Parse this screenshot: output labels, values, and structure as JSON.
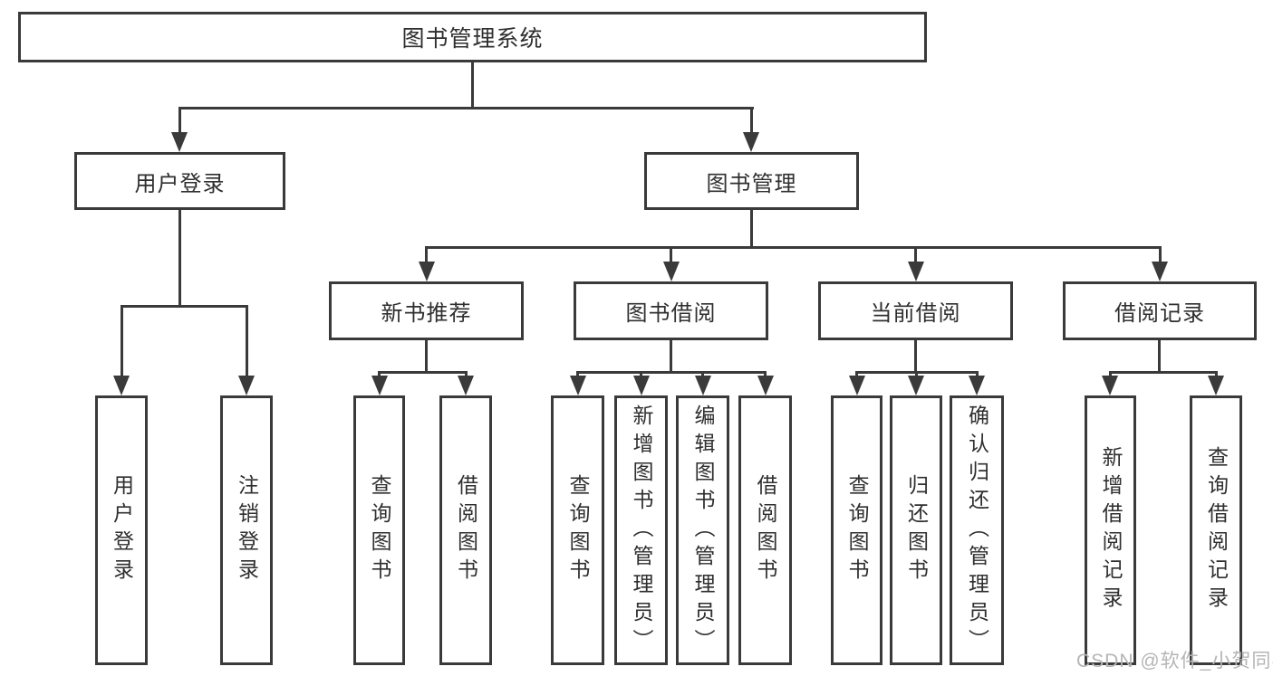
{
  "root": {
    "label": "图书管理系统"
  },
  "level2": [
    {
      "id": "user-login",
      "label": "用户登录",
      "parent": "图书管理系统"
    },
    {
      "id": "book-management",
      "label": "图书管理",
      "parent": "图书管理系统"
    }
  ],
  "level3": [
    {
      "id": "new-book-recommend",
      "label": "新书推荐",
      "parent": "图书管理"
    },
    {
      "id": "book-borrow",
      "label": "图书借阅",
      "parent": "图书管理"
    },
    {
      "id": "current-borrow",
      "label": "当前借阅",
      "parent": "图书管理"
    },
    {
      "id": "borrow-record",
      "label": "借阅记录",
      "parent": "图书管理"
    }
  ],
  "leaves": [
    {
      "label": "用户登录",
      "parent": "用户登录"
    },
    {
      "label": "注销登录",
      "parent": "用户登录"
    },
    {
      "label": "查询图书",
      "parent": "新书推荐"
    },
    {
      "label": "借阅图书",
      "parent": "新书推荐"
    },
    {
      "label": "查询图书",
      "parent": "图书借阅"
    },
    {
      "label": "新增图书（管理员）",
      "parent": "图书借阅"
    },
    {
      "label": "编辑图书（管理员）",
      "parent": "图书借阅"
    },
    {
      "label": "借阅图书",
      "parent": "图书借阅"
    },
    {
      "label": "查询图书",
      "parent": "当前借阅"
    },
    {
      "label": "归还图书",
      "parent": "当前借阅"
    },
    {
      "label": "确认归还（管理员）",
      "parent": "当前借阅"
    },
    {
      "label": "新增借阅记录",
      "parent": "借阅记录"
    },
    {
      "label": "查询借阅记录",
      "parent": "借阅记录"
    }
  ],
  "watermark": "CSDN @软件_小贺同学",
  "colors": {
    "line": "#3a3a3a",
    "text": "#2f2f2f",
    "watermark": "#b5b5b5",
    "background": "#ffffff"
  }
}
